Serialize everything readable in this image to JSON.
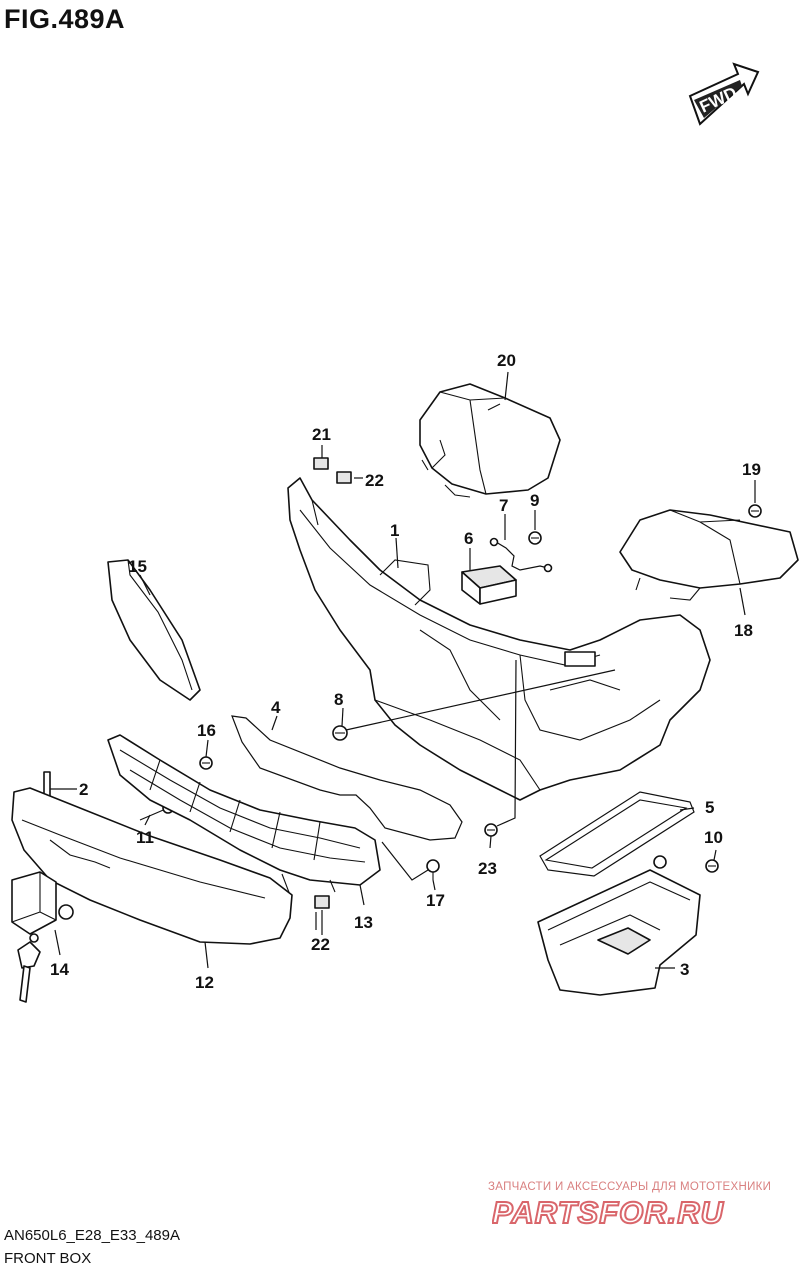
{
  "figure": {
    "title": "FIG.489A",
    "fwd_label": "FWD",
    "model_code": "AN650L6_E28_E33_489A",
    "section_name": "FRONT BOX"
  },
  "callouts": {
    "c1": "1",
    "c2": "2",
    "c3": "3",
    "c4": "4",
    "c5": "5",
    "c6": "6",
    "c7": "7",
    "c8": "8",
    "c9": "9",
    "c10": "10",
    "c11": "11",
    "c12": "12",
    "c13": "13",
    "c14": "14",
    "c15": "15",
    "c16": "16",
    "c17": "17",
    "c18": "18",
    "c19": "19",
    "c20": "20",
    "c21": "21",
    "c22a": "22",
    "c22b": "22",
    "c23": "23"
  },
  "watermark": {
    "tagline": "ЗАПЧАСТИ И АКСЕССУАРЫ ДЛЯ МОТОТЕХНИКИ",
    "logo_text": "PARTSFOR.RU",
    "color": "#d9666b"
  }
}
